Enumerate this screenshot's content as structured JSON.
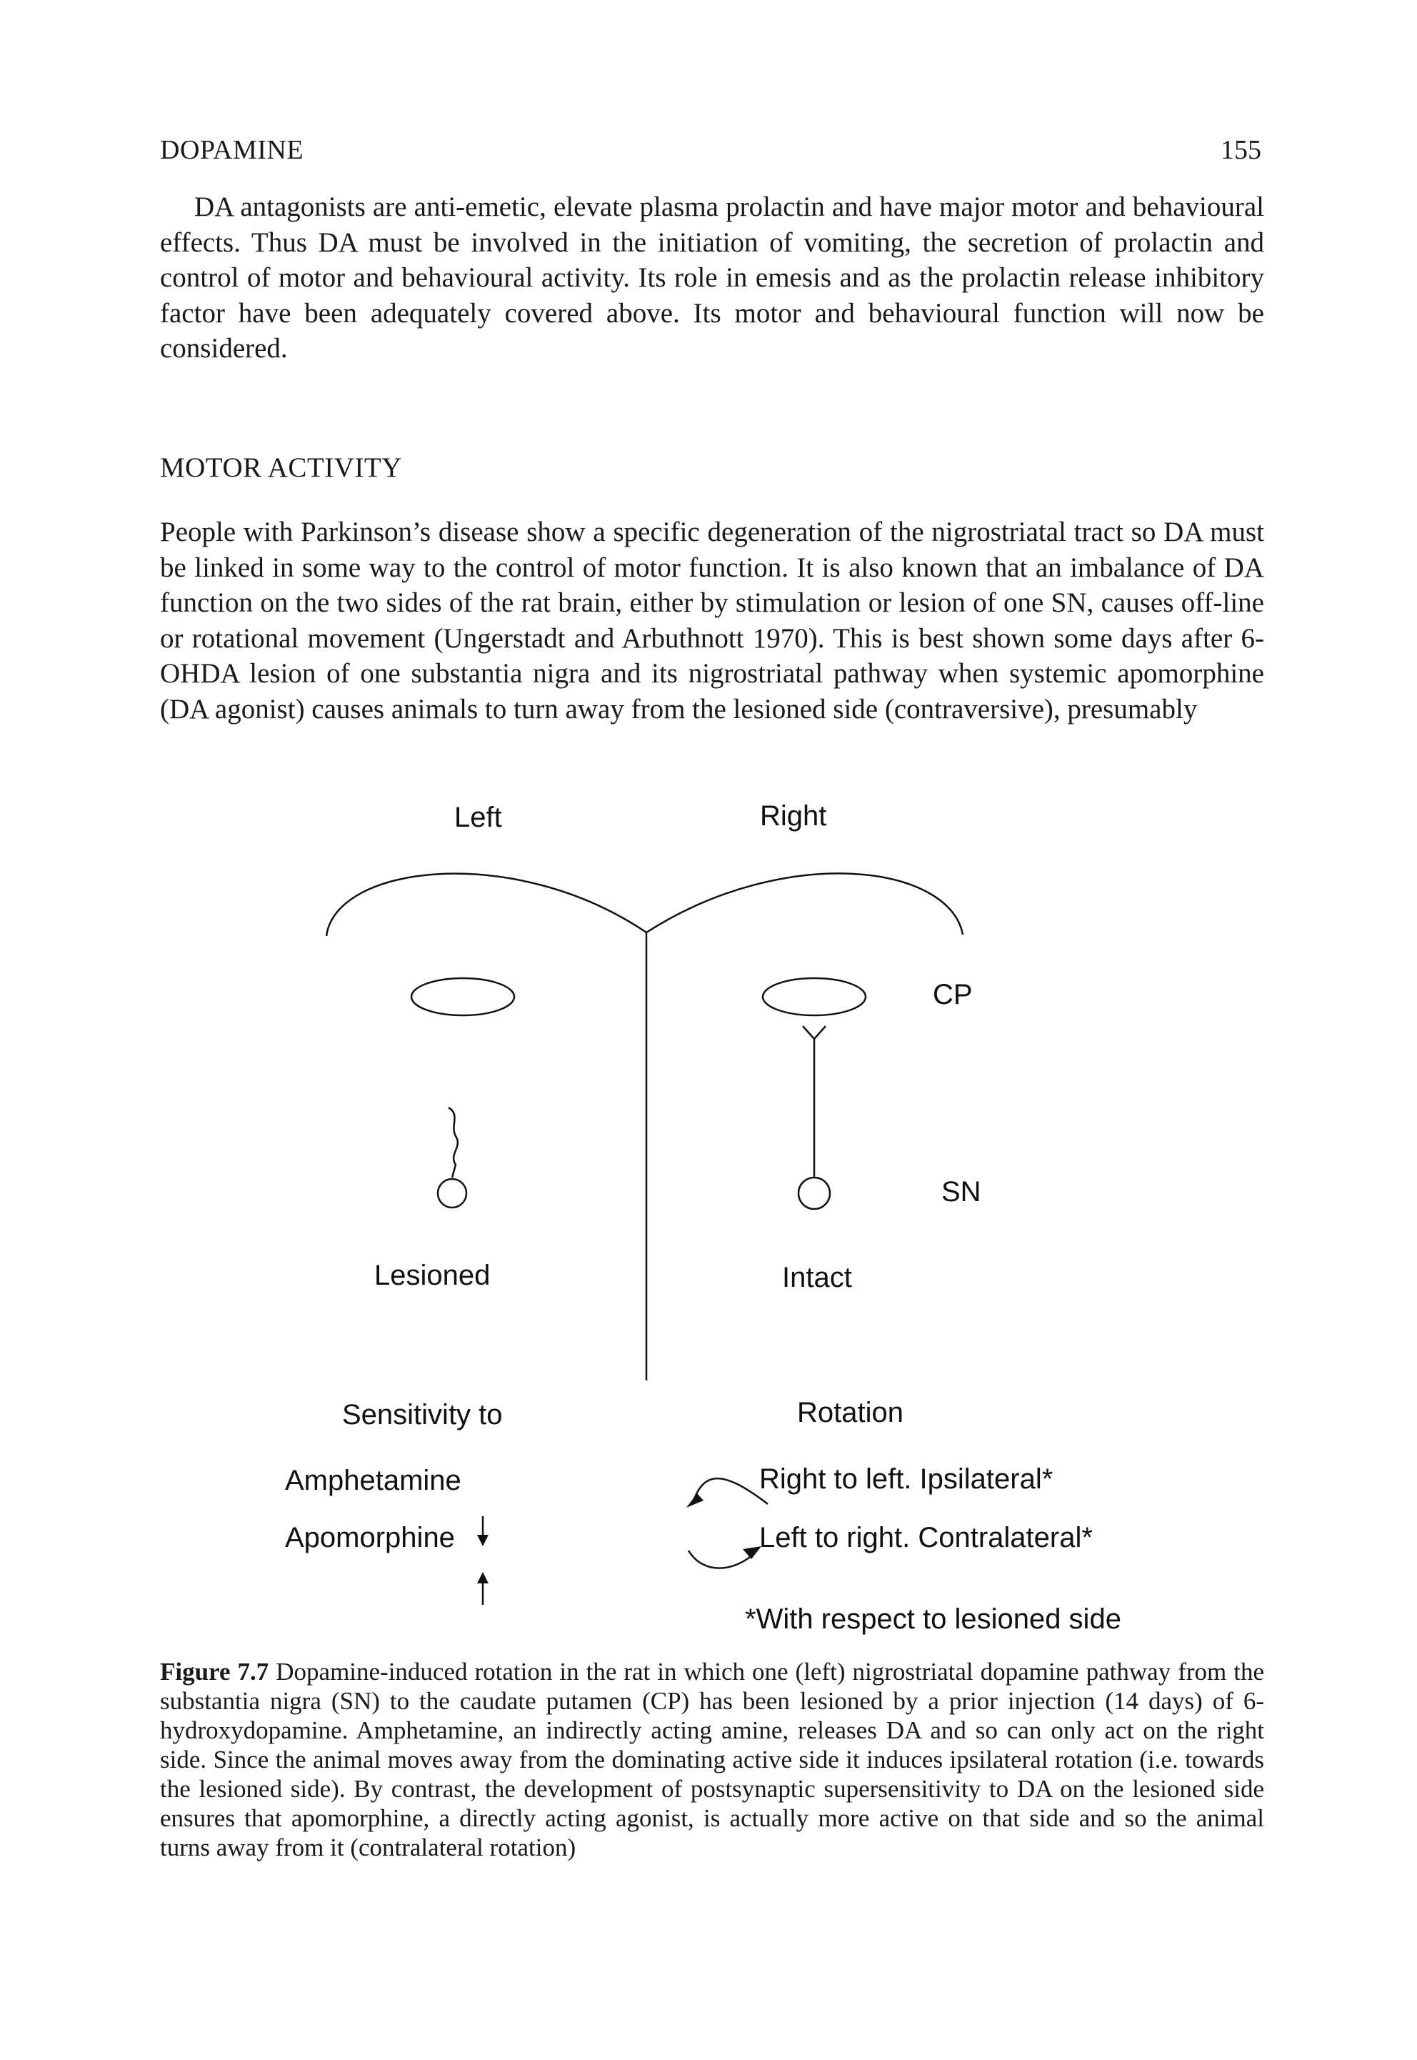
{
  "header": {
    "running_title": "DOPAMINE",
    "page_number": "155"
  },
  "paragraphs": {
    "intro": "DA antagonists are anti-emetic, elevate plasma prolactin and have major motor and behavioural effects. Thus DA must be involved in the initiation of vomiting, the secretion of prolactin and control of motor and behavioural activity. Its role in emesis and as the prolactin release inhibitory factor have been adequately covered above. Its motor and behavioural function will now be considered.",
    "motor_activity": "People with Parkinson’s disease show a specific degeneration of the nigrostriatal tract so DA must be linked in some way to the control of motor function. It is also known that an imbalance of DA function on the two sides of the rat brain, either by stimulation or lesion of one SN, causes off-line or rotational movement (Ungerstadt and Arbuthnott 1970). This is best shown some days after 6-OHDA lesion of one substantia nigra and its nigrostriatal pathway when systemic apomorphine (DA agonist) causes animals to turn away from the lesioned side (contraversive), presumably"
  },
  "section": {
    "heading": "MOTOR ACTIVITY"
  },
  "figure": {
    "labels": {
      "left": "Left",
      "right": "Right",
      "cp": "CP",
      "sn": "SN",
      "lesioned": "Lesioned",
      "intact": "Intact",
      "sensitivity_to": "Sensitivity to",
      "amphetamine": "Amphetamine",
      "apomorphine": "Apomorphine",
      "rotation": "Rotation",
      "right_to_left": "Right to left. Ipsilateral*",
      "left_to_right": "Left to right. Contralateral*",
      "footnote": "*With respect to lesioned side"
    },
    "caption_label": "Figure 7.7",
    "caption_text": " Dopamine-induced rotation in the rat in which one (left) nigrostriatal dopamine pathway from the substantia nigra (SN) to the caudate putamen (CP) has been lesioned by a prior injection (14 days) of 6-hydroxydopamine. Amphetamine, an indirectly acting amine, releases DA and so can only act on the right side. Since the animal moves away from the dominating active side it induces ipsilateral rotation (i.e. towards the lesioned side). By contrast, the development of postsynaptic supersensitivity to DA on the lesioned side ensures that apomorphine, a directly acting agonist, is actually more active on that side and so the animal turns away from it (contralateral rotation)"
  }
}
